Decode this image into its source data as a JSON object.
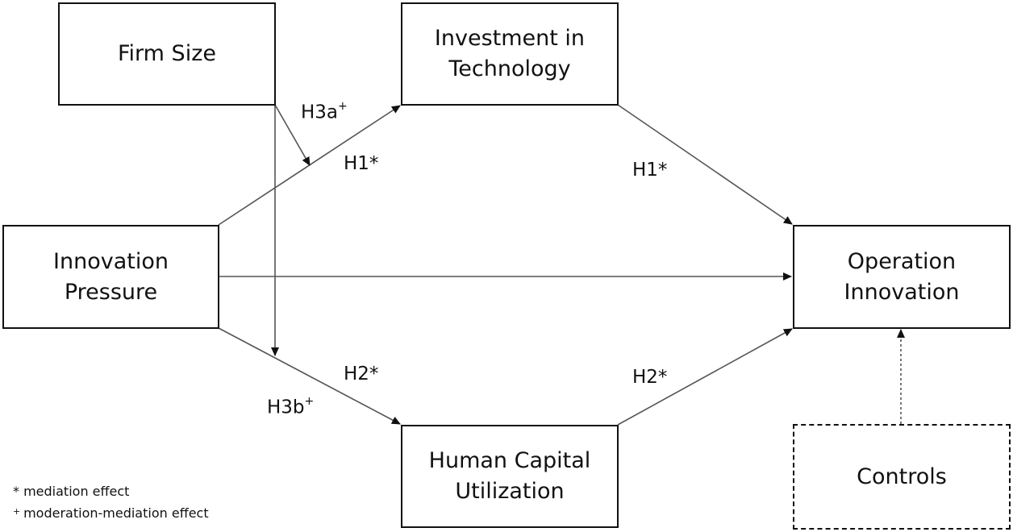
{
  "diagram": {
    "nodes": {
      "firm_size": {
        "line1": "Firm Size",
        "line2": ""
      },
      "investment_technology": {
        "line1": "Investment in",
        "line2": "Technology"
      },
      "innovation_pressure": {
        "line1": "Innovation",
        "line2": "Pressure"
      },
      "operation_innovation": {
        "line1": "Operation",
        "line2": "Innovation"
      },
      "human_capital": {
        "line1": "Human Capital",
        "line2": "Utilization"
      },
      "controls": {
        "line1": "Controls",
        "line2": ""
      }
    },
    "edge_labels": {
      "h3a": {
        "base": "H3a",
        "sup": "+"
      },
      "h1_left": {
        "base": "H1*"
      },
      "h1_right": {
        "base": "H1*"
      },
      "h2_left": {
        "base": "H2*"
      },
      "h2_right": {
        "base": "H2*"
      },
      "h3b": {
        "base": "H3b",
        "sup": "+"
      }
    },
    "edges": [
      {
        "from": "Innovation Pressure",
        "to": "Investment in Technology",
        "label": "H1*"
      },
      {
        "from": "Investment in Technology",
        "to": "Operation Innovation",
        "label": "H1*"
      },
      {
        "from": "Innovation Pressure",
        "to": "Human Capital Utilization",
        "label": "H2*"
      },
      {
        "from": "Human Capital Utilization",
        "to": "Operation Innovation",
        "label": "H2*"
      },
      {
        "from": "Innovation Pressure",
        "to": "Operation Innovation",
        "label": ""
      },
      {
        "from": "Firm Size",
        "to": "H1 path",
        "label": "H3a+"
      },
      {
        "from": "Firm Size",
        "to": "H2 path",
        "label": "H3b+"
      },
      {
        "from": "Controls",
        "to": "Operation Innovation",
        "label": "",
        "style": "dashed"
      }
    ]
  },
  "legend": {
    "items": [
      {
        "symbol": "*",
        "text": "mediation effect"
      },
      {
        "symbol": "+",
        "text": "moderation-mediation effect"
      }
    ]
  },
  "colors": {
    "line": "#555555",
    "border": "#111111",
    "background": "#ffffff"
  }
}
